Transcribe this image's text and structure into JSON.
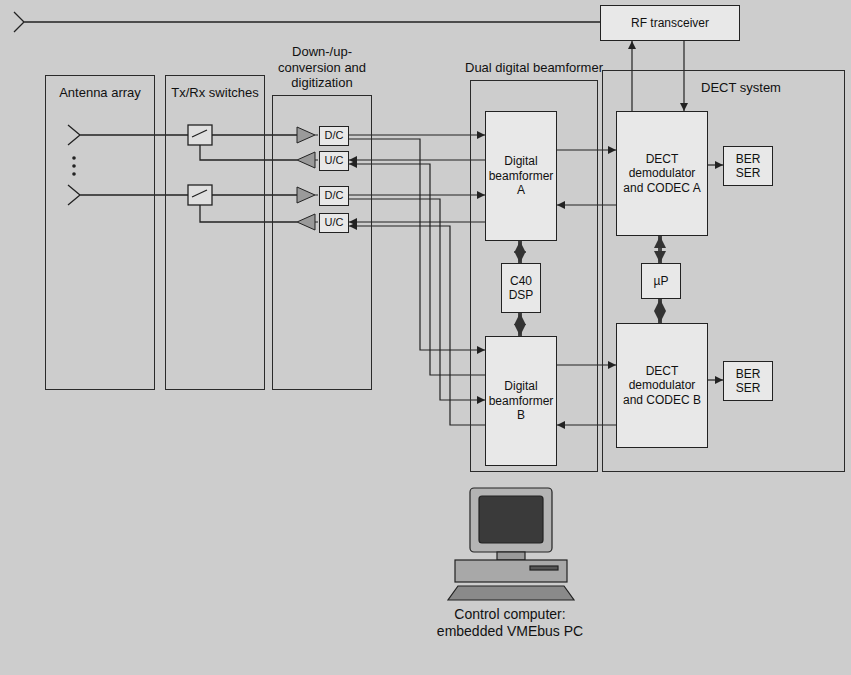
{
  "diagram": {
    "nodes": [
      {
        "text": [
          "Antenna array"
        ]
      },
      {
        "text": [
          "Tx/Rx switches"
        ]
      },
      {
        "text": [
          "Down-/up-conversion and digitization"
        ]
      },
      {
        "text": [
          "D/C"
        ],
        "in": 2
      },
      {
        "text": [
          "U/C"
        ],
        "in": 2
      },
      {
        "text": [
          "D/C"
        ],
        "in": 2
      },
      {
        "text": [
          "U/C"
        ],
        "in": 2
      },
      {
        "text": [
          "Dual digital beamformer"
        ]
      },
      {
        "text": [
          "Digital beamformer A"
        ],
        "in": 7
      },
      {
        "text": [
          "C40 DSP"
        ],
        "in": 7
      },
      {
        "text": [
          "Digital beamformer B"
        ],
        "in": 7
      },
      {
        "text": [
          "RF transceiver"
        ]
      },
      {
        "text": [
          "DECT system"
        ]
      },
      {
        "text": [
          "DECT demodulator and CODEC A"
        ],
        "in": 12
      },
      {
        "text": [
          "BER SER"
        ],
        "in": 12
      },
      {
        "text": [
          "µP"
        ],
        "in": 12
      },
      {
        "text": [
          "DECT demodulator and CODEC B"
        ],
        "in": 12
      },
      {
        "text": [
          "BER SER"
        ],
        "in": 12
      }
    ],
    "edges": [
      {
        "from": 3,
        "to": 8,
        "arrow": "to"
      },
      {
        "from": 8,
        "to": 4,
        "arrow": "to"
      },
      {
        "from": 5,
        "to": 8,
        "arrow": "to"
      },
      {
        "from": 8,
        "to": 6,
        "arrow": "to"
      },
      {
        "from": 3,
        "to": 10,
        "arrow": "to"
      },
      {
        "from": 10,
        "to": 4,
        "arrow": "to"
      },
      {
        "from": 5,
        "to": 10,
        "arrow": "to"
      },
      {
        "from": 10,
        "to": 6,
        "arrow": "to"
      },
      {
        "from": 8,
        "to": 13,
        "arrow": "to"
      },
      {
        "from": 13,
        "to": 8,
        "arrow": "to"
      },
      {
        "from": 10,
        "to": 16,
        "arrow": "to"
      },
      {
        "from": 16,
        "to": 10,
        "arrow": "to"
      },
      {
        "from": 9,
        "to": 8,
        "arrow": "both"
      },
      {
        "from": 9,
        "to": 10,
        "arrow": "both"
      },
      {
        "from": 15,
        "to": 13,
        "arrow": "both"
      },
      {
        "from": 15,
        "to": 16,
        "arrow": "both"
      },
      {
        "from": 13,
        "to": 11,
        "arrow": "to"
      },
      {
        "from": 11,
        "to": 13,
        "arrow": "to"
      },
      {
        "from": 13,
        "to": 14,
        "arrow": "to"
      },
      {
        "from": 16,
        "to": 17,
        "arrow": "to"
      }
    ],
    "labels": [
      "Control computer: embedded VMEbus PC"
    ]
  }
}
